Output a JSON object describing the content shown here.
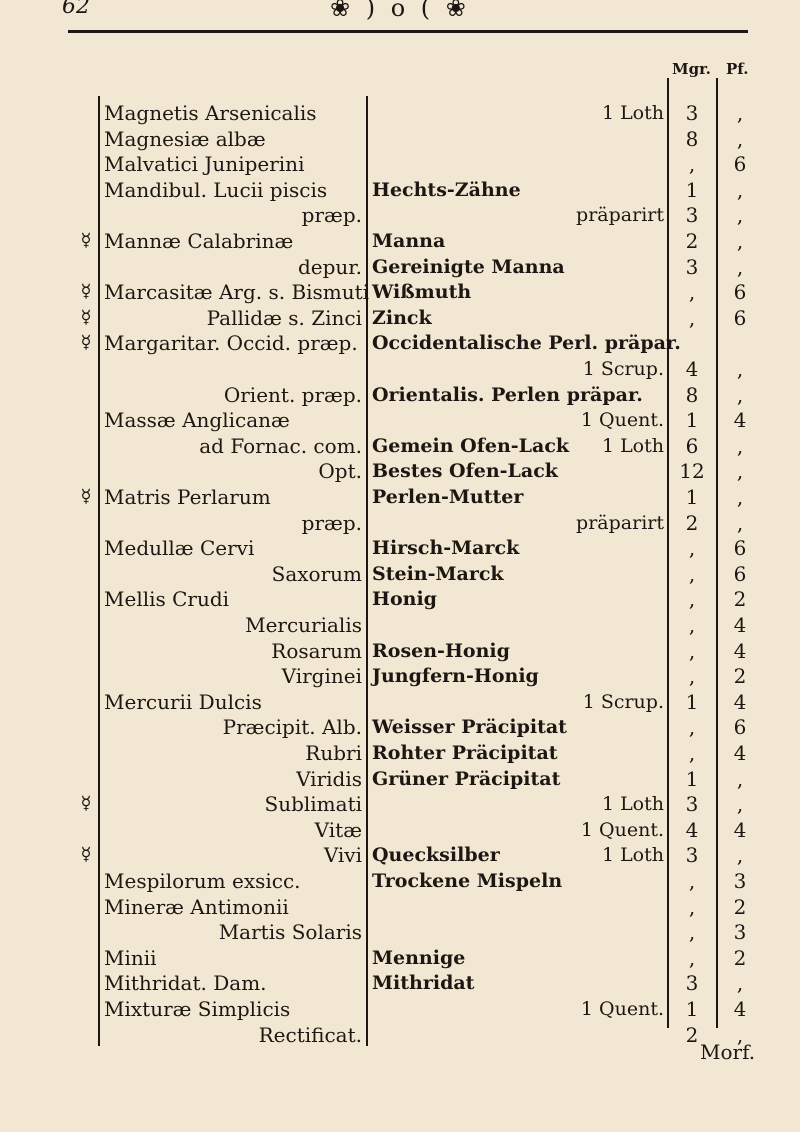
{
  "header": {
    "page_number": "62",
    "ornament": "❀ ) o ( ❀",
    "col_mgr": "Mgr.",
    "col_pf": "Pf."
  },
  "rows": [
    {
      "sym": "",
      "lat": "Magnetis Arsenicalis",
      "sub": false,
      "ger": "",
      "unit": "1 Loth",
      "mgr": "3",
      "pf": ","
    },
    {
      "sym": "",
      "lat": "Magnesiæ albæ",
      "sub": false,
      "ger": "",
      "unit": "",
      "mgr": "8",
      "pf": ","
    },
    {
      "sym": "",
      "lat": "Malvatici Juniperini",
      "sub": false,
      "ger": "",
      "unit": "",
      "mgr": ",",
      "pf": "6"
    },
    {
      "sym": "",
      "lat": "Mandibul. Lucii piscis",
      "sub": false,
      "ger": "Hechts-Zähne",
      "unit": "",
      "mgr": "1",
      "pf": ","
    },
    {
      "sym": "",
      "lat": "præp.",
      "sub": true,
      "ger": "",
      "unit": "präparirt",
      "mgr": "3",
      "pf": ","
    },
    {
      "sym": "☿",
      "lat": "Mannæ Calabrinæ",
      "sub": false,
      "ger": "Manna",
      "unit": "",
      "mgr": "2",
      "pf": ","
    },
    {
      "sym": "",
      "lat": "depur.",
      "sub": true,
      "ger": "Gereinigte Manna",
      "unit": "",
      "mgr": "3",
      "pf": ","
    },
    {
      "sym": "☿",
      "lat": "Marcasitæ Arg. s. Bismuti",
      "sub": false,
      "ger": "Wißmuth",
      "unit": "",
      "mgr": ",",
      "pf": "6"
    },
    {
      "sym": "☿",
      "lat": "Pallidæ s. Zinci",
      "sub": true,
      "ger": "Zinck",
      "unit": "",
      "mgr": ",",
      "pf": "6"
    },
    {
      "sym": "☿",
      "lat": "Margaritar. Occid. præp.",
      "sub": false,
      "ger": "Occidentalische Perl. präpar.",
      "unit": "",
      "mgr": "",
      "pf": ""
    },
    {
      "sym": "",
      "lat": "",
      "sub": false,
      "ger": "",
      "unit": "1 Scrup.",
      "mgr": "4",
      "pf": ","
    },
    {
      "sym": "",
      "lat": "Orient. præp.",
      "sub": true,
      "ger": "Orientalis. Perlen präpar.",
      "unit": "",
      "mgr": "8",
      "pf": ","
    },
    {
      "sym": "",
      "lat": "Massæ Anglicanæ",
      "sub": false,
      "ger": "",
      "unit": "1 Quent.",
      "mgr": "1",
      "pf": "4"
    },
    {
      "sym": "",
      "lat": "ad Fornac. com.",
      "sub": true,
      "ger": "Gemein Ofen-Lack",
      "unit": "1 Loth",
      "mgr": "6",
      "pf": ","
    },
    {
      "sym": "",
      "lat": "Opt.",
      "sub": true,
      "ger": "Bestes Ofen-Lack",
      "unit": "",
      "mgr": "12",
      "pf": ","
    },
    {
      "sym": "☿",
      "lat": "Matris Perlarum",
      "sub": false,
      "ger": "Perlen-Mutter",
      "unit": "",
      "mgr": "1",
      "pf": ","
    },
    {
      "sym": "",
      "lat": "præp.",
      "sub": true,
      "ger": "",
      "unit": "präparirt",
      "mgr": "2",
      "pf": ","
    },
    {
      "sym": "",
      "lat": "Medullæ Cervi",
      "sub": false,
      "ger": "Hirsch-Marck",
      "unit": "",
      "mgr": ",",
      "pf": "6"
    },
    {
      "sym": "",
      "lat": "Saxorum",
      "sub": true,
      "ger": "Stein-Marck",
      "unit": "",
      "mgr": ",",
      "pf": "6"
    },
    {
      "sym": "",
      "lat": "Mellis Crudi",
      "sub": false,
      "ger": "Honig",
      "unit": "",
      "mgr": ",",
      "pf": "2"
    },
    {
      "sym": "",
      "lat": "Mercurialis",
      "sub": true,
      "ger": "",
      "unit": "",
      "mgr": ",",
      "pf": "4"
    },
    {
      "sym": "",
      "lat": "Rosarum",
      "sub": true,
      "ger": "Rosen-Honig",
      "unit": "",
      "mgr": ",",
      "pf": "4"
    },
    {
      "sym": "",
      "lat": "Virginei",
      "sub": true,
      "ger": "Jungfern-Honig",
      "unit": "",
      "mgr": ",",
      "pf": "2"
    },
    {
      "sym": "",
      "lat": "Mercurii Dulcis",
      "sub": false,
      "ger": "",
      "unit": "1 Scrup.",
      "mgr": "1",
      "pf": "4"
    },
    {
      "sym": "",
      "lat": "Præcipit. Alb.",
      "sub": true,
      "ger": "Weisser Präcipitat",
      "unit": "",
      "mgr": ",",
      "pf": "6"
    },
    {
      "sym": "",
      "lat": "Rubri",
      "sub": true,
      "ger": "Rohter Präcipitat",
      "unit": "",
      "mgr": ",",
      "pf": "4"
    },
    {
      "sym": "",
      "lat": "Viridis",
      "sub": true,
      "ger": "Grüner Präcipitat",
      "unit": "",
      "mgr": "1",
      "pf": ","
    },
    {
      "sym": "☿",
      "lat": "Sublimati",
      "sub": true,
      "ger": "",
      "unit": "1 Loth",
      "mgr": "3",
      "pf": ","
    },
    {
      "sym": "",
      "lat": "Vitæ",
      "sub": true,
      "ger": "",
      "unit": "1 Quent.",
      "mgr": "4",
      "pf": "4"
    },
    {
      "sym": "☿",
      "lat": "Vivi",
      "sub": true,
      "ger": "Quecksilber",
      "unit": "1 Loth",
      "mgr": "3",
      "pf": ","
    },
    {
      "sym": "",
      "lat": "Mespilorum exsicc.",
      "sub": false,
      "ger": "Trockene Mispeln",
      "unit": "",
      "mgr": ",",
      "pf": "3"
    },
    {
      "sym": "",
      "lat": "Mineræ Antimonii",
      "sub": false,
      "ger": "",
      "unit": "",
      "mgr": ",",
      "pf": "2"
    },
    {
      "sym": "",
      "lat": "Martis Solaris",
      "sub": true,
      "ger": "",
      "unit": "",
      "mgr": ",",
      "pf": "3"
    },
    {
      "sym": "",
      "lat": "Minii",
      "sub": false,
      "ger": "Mennige",
      "unit": "",
      "mgr": ",",
      "pf": "2"
    },
    {
      "sym": "",
      "lat": "Mithridat. Dam.",
      "sub": false,
      "ger": "Mithridat",
      "unit": "",
      "mgr": "3",
      "pf": ","
    },
    {
      "sym": "",
      "lat": "Mixturæ Simplicis",
      "sub": false,
      "ger": "",
      "unit": "1 Quent.",
      "mgr": "1",
      "pf": "4"
    },
    {
      "sym": "",
      "lat": "Rectificat.",
      "sub": true,
      "ger": "",
      "unit": "",
      "mgr": "2",
      "pf": ","
    }
  ],
  "footer": {
    "catchword": "Morf."
  }
}
